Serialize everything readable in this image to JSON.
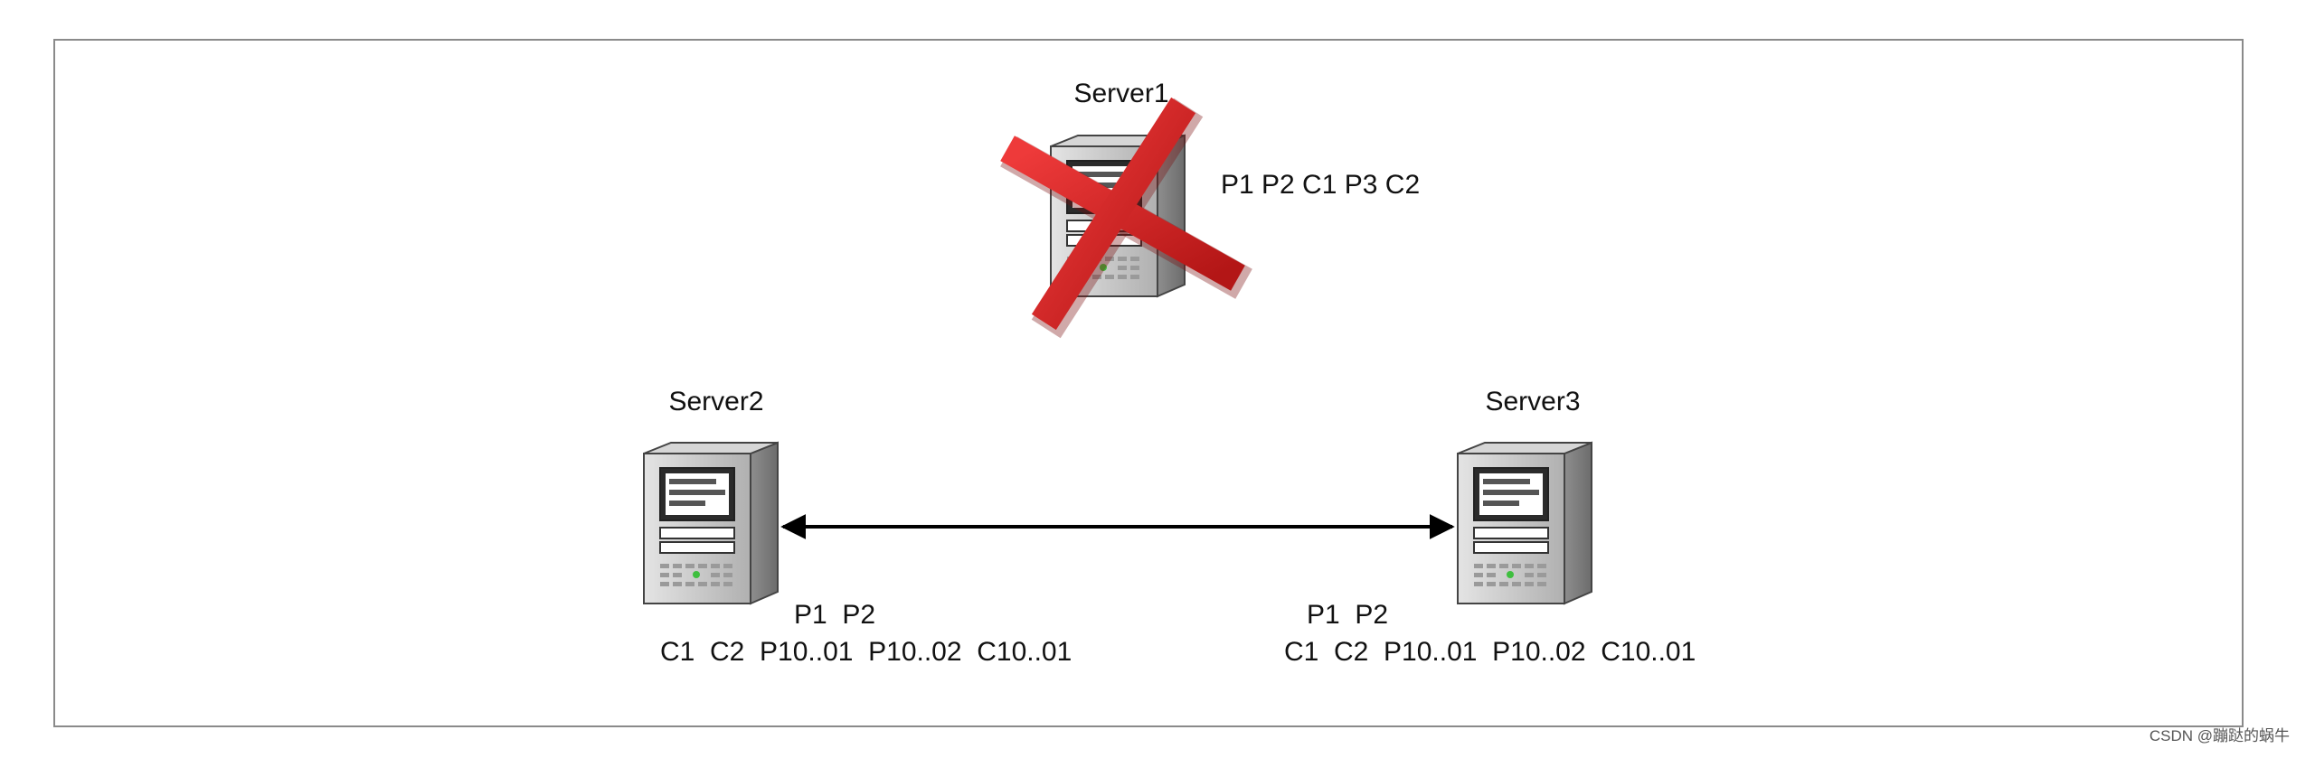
{
  "diagram": {
    "server1": {
      "name": "Server1",
      "partitions": "P1 P2 C1 P3 C2",
      "status": "failed"
    },
    "server2": {
      "name": "Server2",
      "line1": "P1  P2",
      "line2": "C1  C2  P10..01  P10..02  C10..01"
    },
    "server3": {
      "name": "Server3",
      "line1": "P1  P2",
      "line2": "C1  C2  P10..01  P10..02  C10..01"
    },
    "link": {
      "between": [
        "Server2",
        "Server3"
      ],
      "direction": "bidirectional"
    }
  },
  "colors": {
    "failure_mark": "#cc1f1f",
    "frame": "#8a8a8a",
    "server_body": "#b9b9b9"
  },
  "watermark": "CSDN @蹦跶的蜗牛"
}
